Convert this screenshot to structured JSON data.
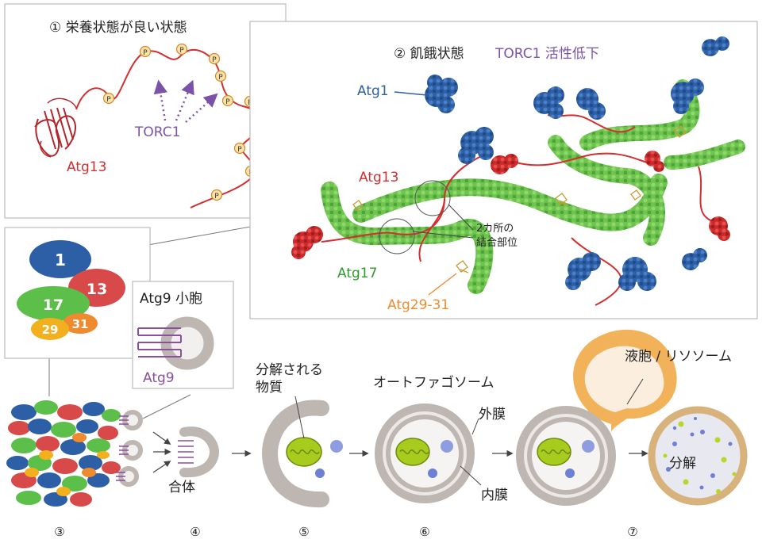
{
  "panel1": {
    "title": "① 栄養状態が良い状態",
    "kinase": "TORC1",
    "protein": "Atg13",
    "phospho": "P"
  },
  "panel2": {
    "title": "② 飢餓状態",
    "status": "TORC1 活性低下",
    "labels": {
      "atg1": "Atg1",
      "atg13": "Atg13",
      "atg17": "Atg17",
      "atg2931": "Atg29-31",
      "binding_line1": "2カ所の",
      "binding_line2": "結合部位"
    }
  },
  "complex": {
    "subunits": [
      "1",
      "13",
      "17",
      "29",
      "31"
    ]
  },
  "vesicle_panel": {
    "title": "Atg9 小胞",
    "protein": "Atg9"
  },
  "pathway": {
    "fusion": "合体",
    "cargo_line1": "分解される",
    "cargo_line2": "物質",
    "autophagosome": "オートファゴソーム",
    "outer_membrane": "外膜",
    "inner_membrane": "内膜",
    "vacuole": "液胞 / リソソーム",
    "degradation": "分解"
  },
  "steps": [
    "③",
    "④",
    "⑤",
    "⑥",
    "⑦"
  ],
  "colors": {
    "atg1": "#2d5fa6",
    "atg13": "#d32f2f",
    "atg17": "#5bbf4a",
    "atg29": "#f2b01e",
    "atg31": "#ef8a2e",
    "atg9": "#8a4f9e",
    "torc1": "#7a52a8",
    "membrane": "#bdb6b1",
    "vacuole": "#f2b25a"
  }
}
